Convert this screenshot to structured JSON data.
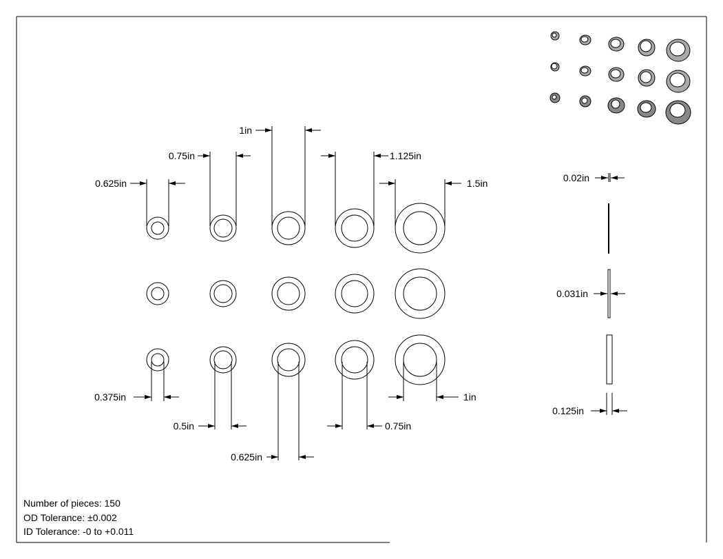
{
  "drawing": {
    "od_dimensions": [
      "0.625in",
      "0.75in",
      "1in",
      "1.125in",
      "1.5in"
    ],
    "id_dimensions": [
      "0.375in",
      "0.5in",
      "0.625in",
      "0.75in",
      "1in"
    ],
    "thickness_dimensions": [
      "0.02in",
      "0.031in",
      "0.125in"
    ],
    "rows_shown": 3,
    "sizes_per_row": 5,
    "line_color": "#000000",
    "iso_fill_color": "#b0b0b0"
  },
  "notes": {
    "pieces": "Number of pieces: 150",
    "od_tolerance": "OD Tolerance: ±0.002",
    "id_tolerance": "ID Tolerance: -0 to +0.011"
  }
}
